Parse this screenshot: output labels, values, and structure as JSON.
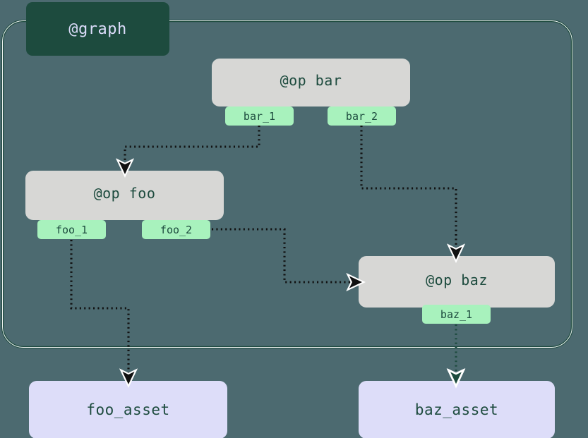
{
  "diagram": {
    "type": "dagster-op-graph",
    "background_color": "#4c6a70",
    "container": {
      "label": "@graph",
      "label_bg": "#1d4b3e",
      "label_text_color": "#dcdcfa",
      "border_color": "#f2f5f4"
    },
    "ops": [
      {
        "id": "op-bar",
        "title": "@op bar",
        "fill": "#d7d7d5",
        "text_color": "#1d4b3e",
        "outputs": [
          "bar_1",
          "bar_2"
        ]
      },
      {
        "id": "op-foo",
        "title": "@op foo",
        "fill": "#d7d7d5",
        "text_color": "#1d4b3e",
        "outputs": [
          "foo_1",
          "foo_2"
        ]
      },
      {
        "id": "op-baz",
        "title": "@op baz",
        "fill": "#d7d7d5",
        "text_color": "#1d4b3e",
        "outputs": [
          "baz_1"
        ]
      }
    ],
    "ports": {
      "bar_1": "bar_1",
      "bar_2": "bar_2",
      "foo_1": "foo_1",
      "foo_2": "foo_2",
      "baz_1": "baz_1",
      "fill": "#a8f2bd",
      "text_color": "#1d4b3e"
    },
    "assets": [
      {
        "id": "asset-foo",
        "label": "foo_asset",
        "fill": "#ddddf9",
        "text_color": "#1d4b3e"
      },
      {
        "id": "asset-baz",
        "label": "baz_asset",
        "fill": "#ddddf9",
        "text_color": "#1d4b3e"
      }
    ],
    "edges": [
      {
        "from": "bar_1",
        "to": "@op foo",
        "style": "dotted",
        "color": "#111111",
        "arrow": "filled"
      },
      {
        "from": "bar_2",
        "to": "@op baz",
        "style": "dotted",
        "color": "#111111",
        "arrow": "filled"
      },
      {
        "from": "foo_2",
        "to": "@op baz",
        "style": "dotted",
        "color": "#111111",
        "arrow": "filled"
      },
      {
        "from": "foo_1",
        "to": "foo_asset",
        "style": "dotted",
        "color": "#111111",
        "arrow": "filled"
      },
      {
        "from": "baz_1",
        "to": "baz_asset",
        "style": "dotted",
        "color": "#1d4b3e",
        "arrow": "filled"
      }
    ]
  }
}
